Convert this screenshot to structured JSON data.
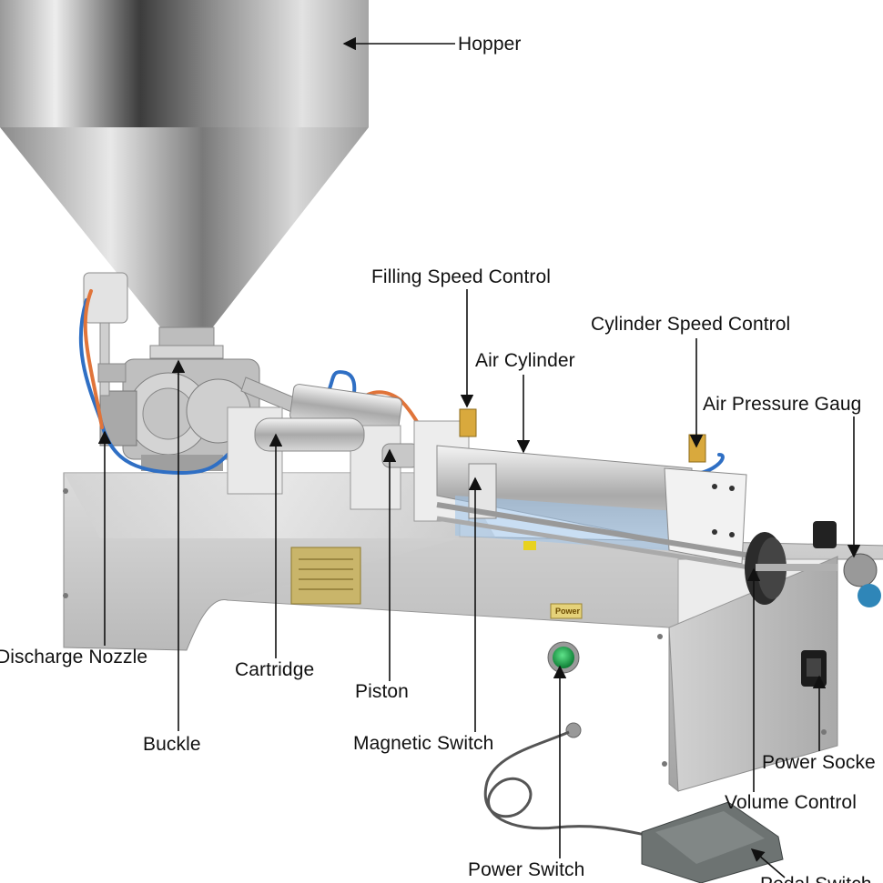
{
  "labels": {
    "hopper": "Hopper",
    "filling_speed_control": "Filling Speed Control",
    "cylinder_speed_control": "Cylinder Speed Control",
    "air_cylinder": "Air Cylinder",
    "air_pressure_gauge": "Air Pressure Gaug",
    "discharge_nozzle": "Discharge Nozzle",
    "cartridge": "Cartridge",
    "piston": "Piston",
    "buckle": "Buckle",
    "magnetic_switch": "Magnetic Switch",
    "power_socket": "Power Socke",
    "volume_control": "Volume Control",
    "power_switch": "Power Switch",
    "pedal_switch": "Pedal Switch"
  },
  "machine": {
    "power_plate_text": "Power"
  },
  "colors": {
    "steel_light": "#e6e6e6",
    "steel_mid": "#b9b9b9",
    "steel_dark": "#7d7d7d",
    "hose_blue": "#2f6fc4",
    "hose_orange": "#e0743a",
    "power_button_green": "#1fa64a",
    "plate_gold": "#c9b56a",
    "pedal_gray": "#6d7372",
    "leader_line": "#111111"
  },
  "icons": {
    "leader_arrow": "arrowhead",
    "power_button": "round-green-button",
    "pedal": "foot-pedal"
  }
}
